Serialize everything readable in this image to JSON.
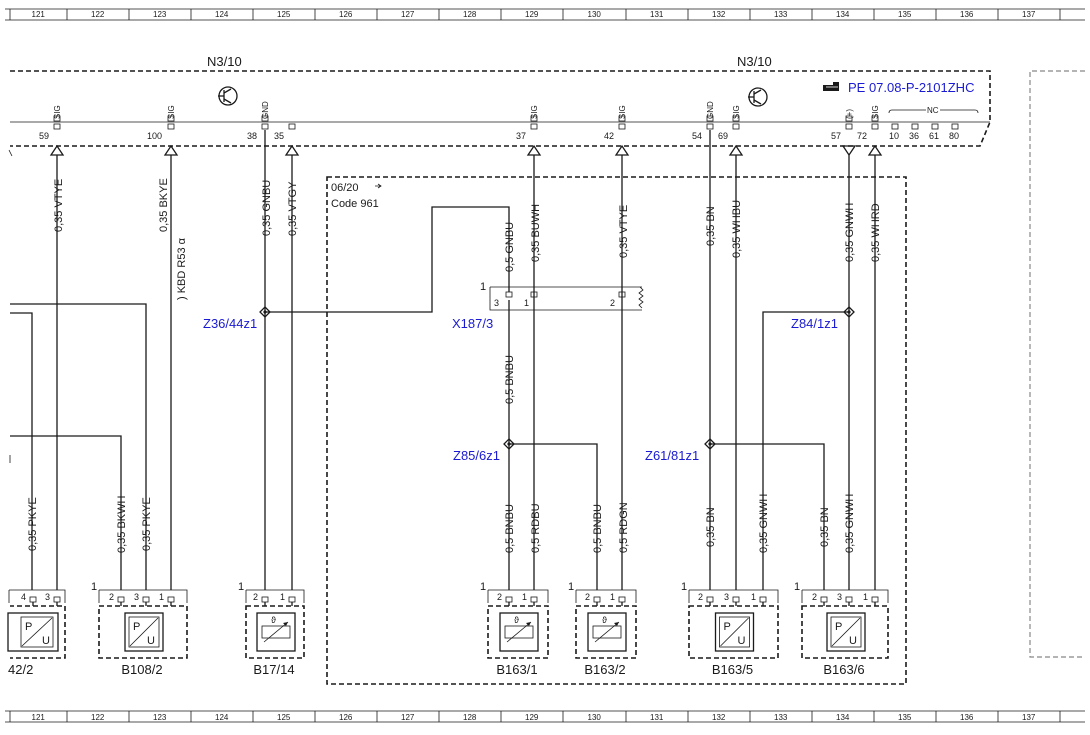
{
  "ruler": [
    "121",
    "122",
    "123",
    "124",
    "125",
    "126",
    "127",
    "128",
    "129",
    "130",
    "131",
    "132",
    "133",
    "134",
    "135",
    "136",
    "137"
  ],
  "ecu": {
    "name_left": "N3/10",
    "name_right": "N3/10",
    "reference": "PE 07.08-P-2101ZHC",
    "nc_label": "NC",
    "pins": [
      {
        "num": "59",
        "type": "SIG"
      },
      {
        "num": "100",
        "type": "SIG"
      },
      {
        "num": "38",
        "type": "GND"
      },
      {
        "num": "35",
        "type": ""
      },
      {
        "num": "37",
        "type": "SIG"
      },
      {
        "num": "42",
        "type": "SIG"
      },
      {
        "num": "54",
        "type": "GND"
      },
      {
        "num": "69",
        "type": "SIG"
      },
      {
        "num": "57",
        "type": "(+)"
      },
      {
        "num": "72",
        "type": "SIG"
      },
      {
        "num": "10",
        "type": ""
      },
      {
        "num": "36",
        "type": ""
      },
      {
        "num": "61",
        "type": ""
      },
      {
        "num": "80",
        "type": ""
      }
    ]
  },
  "option_box": {
    "date": "06/20",
    "code": "Code 961"
  },
  "wires": [
    {
      "id": "w59",
      "label": "0,35 VTYE"
    },
    {
      "id": "w100",
      "label": "0,35 BKYE"
    },
    {
      "id": "w100b",
      "label": ") KBD R53 α"
    },
    {
      "id": "w38",
      "label": "0,35 GNBU"
    },
    {
      "id": "w35",
      "label": "0,35 VTGY"
    },
    {
      "id": "w37",
      "label": "0,35 BUWH"
    },
    {
      "id": "w42",
      "label": "0,35 VTYE"
    },
    {
      "id": "w54",
      "label": "0,35 BN"
    },
    {
      "id": "w69",
      "label": "0,35 WHBU"
    },
    {
      "id": "w57",
      "label": "0,35 GNWH"
    },
    {
      "id": "w72",
      "label": "0,35 WHRD"
    },
    {
      "id": "wx1",
      "label": "0,5 GNBU"
    },
    {
      "id": "wx2",
      "label": "0,5 BNBU"
    },
    {
      "id": "l1",
      "label": "0,35 PKYE"
    },
    {
      "id": "l2",
      "label": "0,35 BKWH"
    },
    {
      "id": "l3",
      "label": "0,35 PKYE"
    },
    {
      "id": "b1",
      "label": "0,5 BNBU"
    },
    {
      "id": "b2",
      "label": "0,5 RDBU"
    },
    {
      "id": "b3",
      "label": "0,5 BNBU"
    },
    {
      "id": "b4",
      "label": "0,5 RDGN"
    },
    {
      "id": "b5",
      "label": "0,35 BN"
    },
    {
      "id": "b6",
      "label": "0,35 GNWH"
    },
    {
      "id": "b7",
      "label": "0,35 BN"
    },
    {
      "id": "b8",
      "label": "0,35 GNWH"
    }
  ],
  "splices": [
    "Z36/44z1",
    "Z84/1z1",
    "Z85/6z1",
    "Z61/81z1"
  ],
  "connector": {
    "name": "X187/3",
    "pin_1": "1",
    "pin_3": "3",
    "pin_1b": "1",
    "pin_2": "2"
  },
  "components": [
    {
      "name": "42/2",
      "pins": [
        "4",
        "3"
      ],
      "type": "pressure"
    },
    {
      "name": "B108/2",
      "pins": [
        "2",
        "3",
        "1"
      ],
      "type": "pressure",
      "corner": "1"
    },
    {
      "name": "B17/14",
      "pins": [
        "2",
        "1"
      ],
      "type": "temp",
      "corner": "1"
    },
    {
      "name": "B163/1",
      "pins": [
        "2",
        "1"
      ],
      "type": "temp",
      "corner": "1"
    },
    {
      "name": "B163/2",
      "pins": [
        "2",
        "1"
      ],
      "type": "temp",
      "corner": "1"
    },
    {
      "name": "B163/5",
      "pins": [
        "2",
        "3",
        "1"
      ],
      "type": "pressure",
      "corner": "1"
    },
    {
      "name": "B163/6",
      "pins": [
        "2",
        "3",
        "1"
      ],
      "type": "pressure",
      "corner": "1"
    }
  ],
  "symbols": {
    "pressure_p": "P",
    "pressure_u": "U",
    "temp": "ϑ"
  }
}
